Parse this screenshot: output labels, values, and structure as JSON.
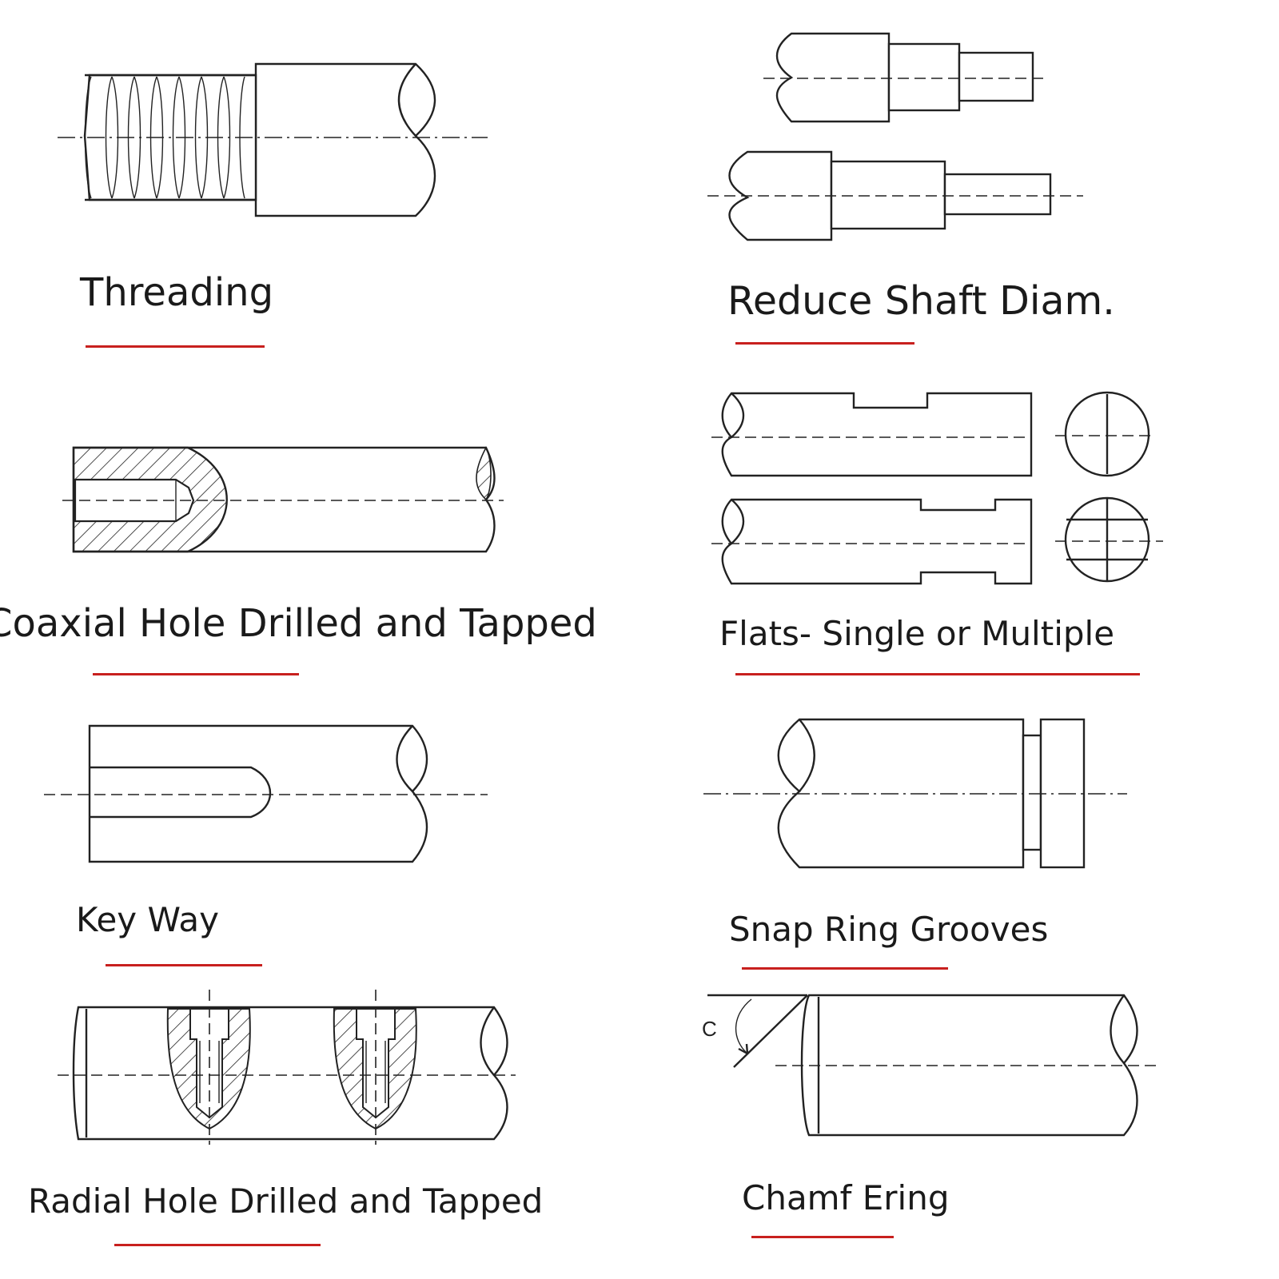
{
  "colors": {
    "underline": "#c8201e",
    "ink": "#222222"
  },
  "figures": [
    {
      "id": "threading",
      "caption": "Threading"
    },
    {
      "id": "reduce-shaft-diam",
      "caption": "Reduce Shaft Diam."
    },
    {
      "id": "coaxial-hole",
      "caption": "Coaxial Hole Drilled and Tapped"
    },
    {
      "id": "flats",
      "caption": "Flats- Single or Multiple"
    },
    {
      "id": "key-way",
      "caption": "Key Way"
    },
    {
      "id": "snap-ring-grooves",
      "caption": "Snap Ring Grooves"
    },
    {
      "id": "radial-hole",
      "caption": "Radial Hole Drilled and Tapped"
    },
    {
      "id": "chamfering",
      "caption": "Chamf Ering",
      "symbol": "C"
    }
  ]
}
